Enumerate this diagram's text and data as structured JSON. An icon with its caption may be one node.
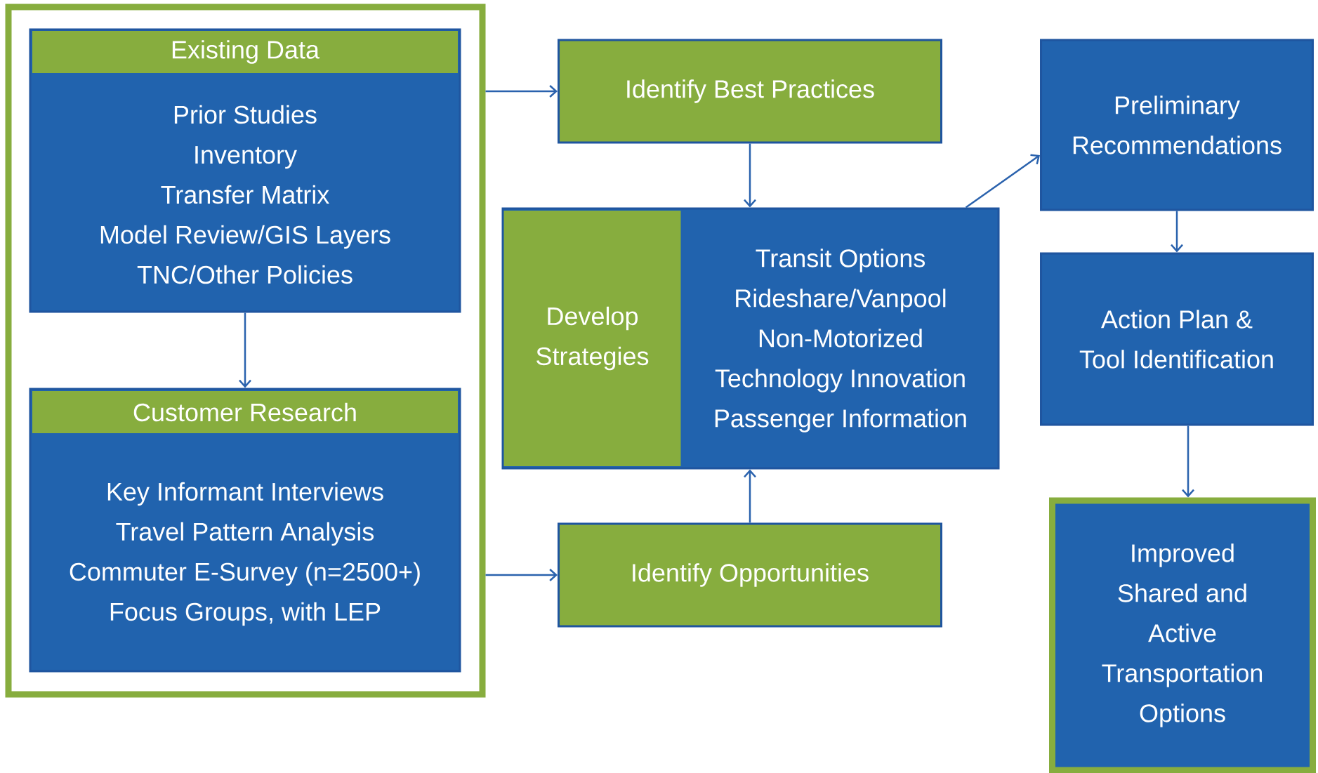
{
  "diagram": {
    "nodes": [
      {
        "text": [],
        "shape": "box"
      },
      {
        "text": [
          "Existing Data",
          "Prior Studies",
          "Inventory",
          "Transfer Matrix",
          "Model Review/GIS Layers",
          "TNC/Other Policies"
        ],
        "in": 0
      },
      {
        "text": [
          "Customer Research",
          "Key Informant Interviews",
          "Travel Pattern Analysis",
          "Commuter E-Survey (n=2500+)",
          "Focus Groups, with LEP"
        ],
        "in": 0
      },
      {
        "text": [
          "Identify Best Practices"
        ]
      },
      {
        "text": [
          "Develop Strategies",
          "Transit Options",
          "Rideshare/Vanpool",
          "Non-Motorized",
          "Technology Innovation",
          "Passenger Information"
        ]
      },
      {
        "text": [
          "Identify Opportunities"
        ]
      },
      {
        "text": [
          "Preliminary Recommendations"
        ]
      },
      {
        "text": [
          "Action Plan & Tool Identification"
        ]
      },
      {
        "text": [
          "Improved Shared and Active Transportation Options"
        ]
      }
    ],
    "edges": [
      {
        "from": 1,
        "to": 3,
        "arrow": "to"
      },
      {
        "from": 1,
        "to": 2,
        "arrow": "to"
      },
      {
        "from": 2,
        "to": 5,
        "arrow": "to"
      },
      {
        "from": 3,
        "to": 4,
        "arrow": "to"
      },
      {
        "from": 5,
        "to": 4,
        "arrow": "to"
      },
      {
        "from": 4,
        "to": 6,
        "arrow": "to"
      },
      {
        "from": 6,
        "to": 7,
        "arrow": "to"
      },
      {
        "from": 7,
        "to": 8,
        "arrow": "to"
      }
    ]
  }
}
